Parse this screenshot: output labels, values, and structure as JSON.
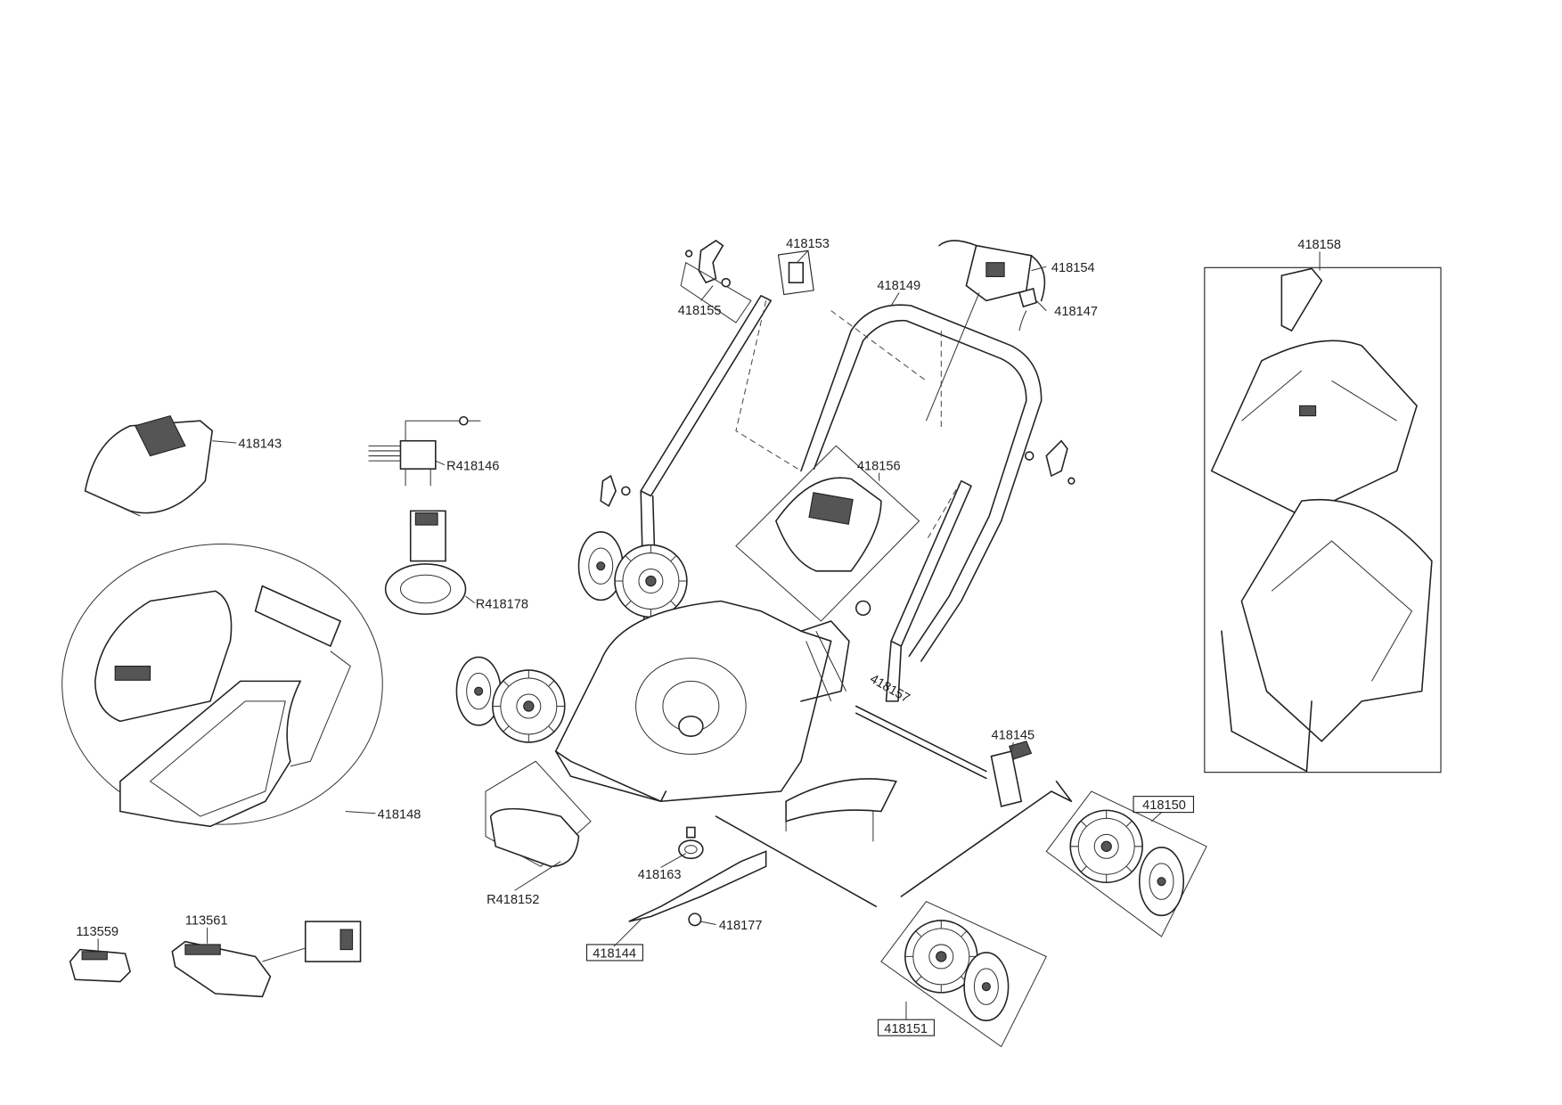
{
  "diagram": {
    "title": "Lawn mower exploded parts diagram",
    "labels": {
      "p418153": "418153",
      "p418154": "418154",
      "p418149": "418149",
      "p418147": "418147",
      "p418155": "418155",
      "p418158": "418158",
      "p418143": "418143",
      "pR418146": "R418146",
      "p418156": "418156",
      "pR418178": "R418178",
      "p418157": "418157",
      "p418145": "418145",
      "p418150": "418150",
      "p418148": "418148",
      "p418163": "418163",
      "pR418152": "R418152",
      "p418177": "418177",
      "p418144": "418144",
      "p418151": "418151",
      "p113559": "113559",
      "p113561": "113561"
    },
    "colors": {
      "line": "#222222",
      "background": "#ffffff"
    }
  }
}
